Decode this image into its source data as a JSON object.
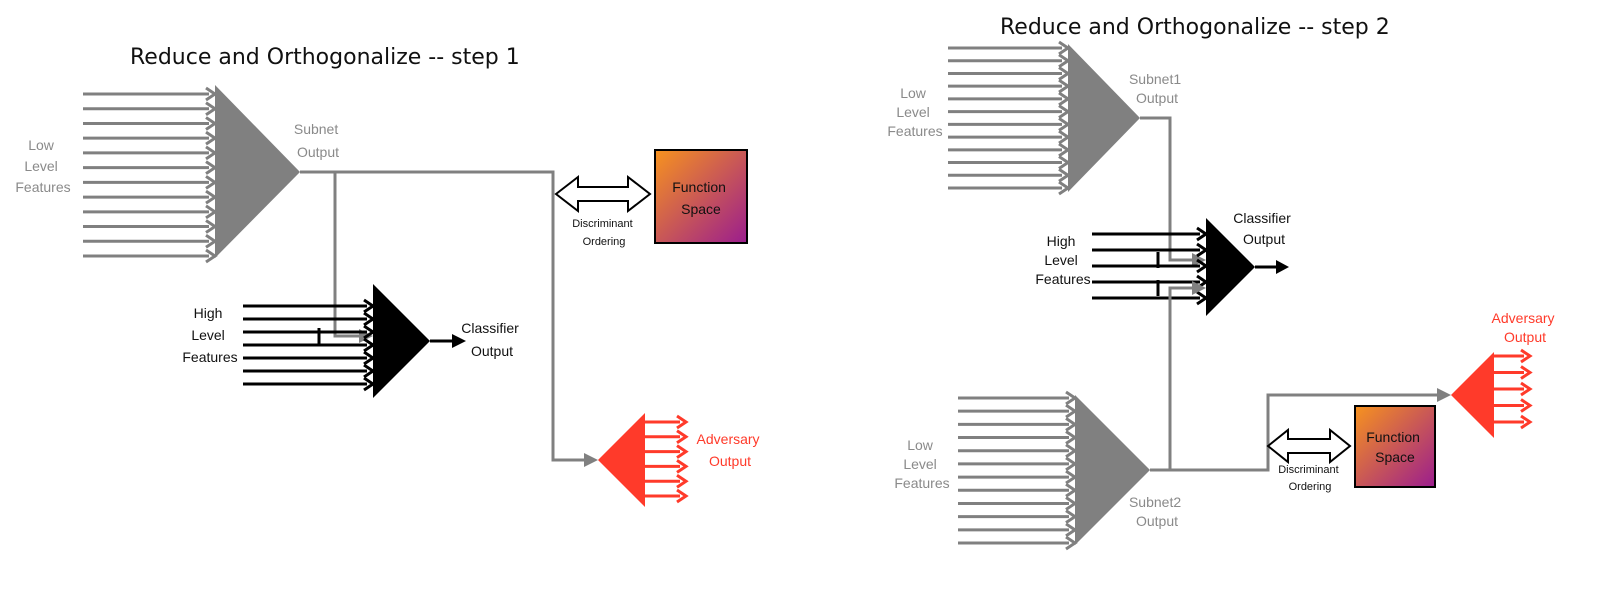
{
  "colors": {
    "gray": "#808080",
    "black": "#000000",
    "red": "#ff3a2a",
    "gradient_start": "#f7931e",
    "gradient_end": "#9b1d8e"
  },
  "step1": {
    "title": "Reduce and Orthogonalize -- step 1",
    "low_features": [
      "Low",
      "Level",
      "Features"
    ],
    "subnet_output": [
      "Subnet",
      "Output"
    ],
    "high_features": [
      "High",
      "Level",
      "Features"
    ],
    "classifier_output": [
      "Classifier",
      "Output"
    ],
    "discriminant": [
      "Discriminant",
      "Ordering"
    ],
    "function_space": [
      "Function",
      "Space"
    ],
    "adversary_output": [
      "Adversary",
      "Output"
    ]
  },
  "step2": {
    "title": "Reduce and Orthogonalize -- step 2",
    "low_features_top": [
      "Low",
      "Level",
      "Features"
    ],
    "subnet1_output": [
      "Subnet1",
      "Output"
    ],
    "high_features": [
      "High",
      "Level",
      "Features"
    ],
    "classifier_output": [
      "Classifier",
      "Output"
    ],
    "low_features_bottom": [
      "Low",
      "Level",
      "Features"
    ],
    "subnet2_output": [
      "Subnet2",
      "Output"
    ],
    "discriminant": [
      "Discriminant",
      "Ordering"
    ],
    "function_space": [
      "Function",
      "Space"
    ],
    "adversary_output": [
      "Adversary",
      "Output"
    ]
  }
}
